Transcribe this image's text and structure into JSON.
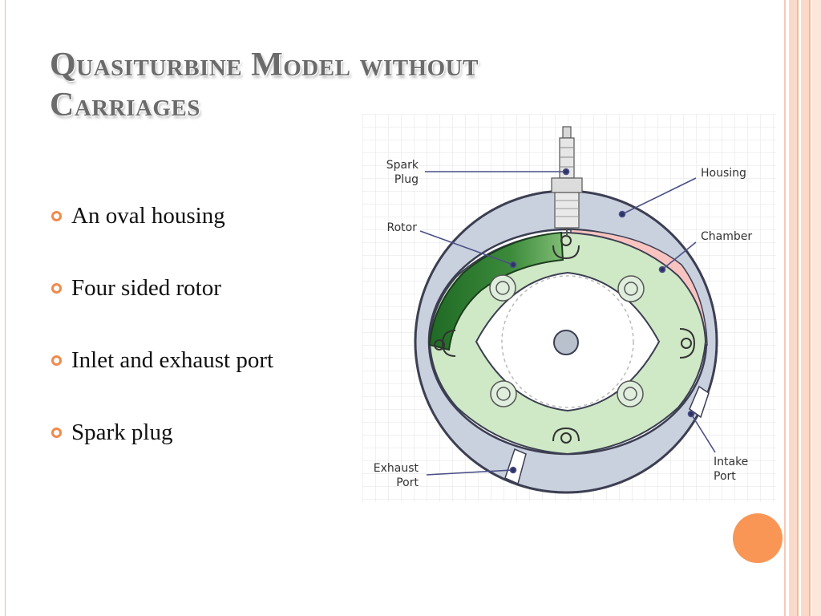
{
  "slide": {
    "title": "Quasiturbine Model without Carriages",
    "bullets": [
      "An oval housing",
      "Four sided rotor",
      "Inlet and exhaust port",
      "Spark plug"
    ]
  },
  "diagram": {
    "labels": {
      "spark_plug_line1": "Spark",
      "spark_plug_line2": "Plug",
      "rotor": "Rotor",
      "housing": "Housing",
      "chamber": "Chamber",
      "exhaust_line1": "Exhaust",
      "exhaust_line2": "Port",
      "intake_line1": "Intake",
      "intake_line2": "Port"
    }
  },
  "colors": {
    "accent": "#f08a4b",
    "title": "#6b6b6b",
    "housing": "#c9d0de",
    "rotor_light": "#cfe8c6",
    "rotor_dark": "#2f7a33",
    "chamber": "#f9c4c0",
    "leader": "#4a4f86"
  }
}
